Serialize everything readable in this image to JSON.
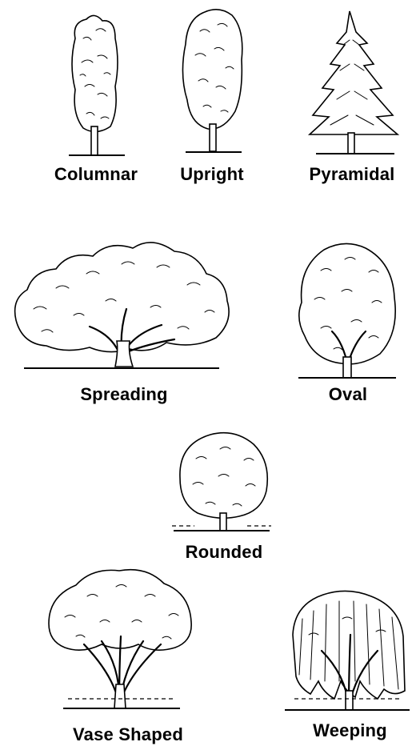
{
  "tree_forms": [
    {
      "label": "Columnar"
    },
    {
      "label": "Upright"
    },
    {
      "label": "Pyramidal"
    },
    {
      "label": "Spreading"
    },
    {
      "label": "Oval"
    },
    {
      "label": "Rounded"
    },
    {
      "label": "Vase Shaped"
    },
    {
      "label": "Weeping"
    }
  ]
}
